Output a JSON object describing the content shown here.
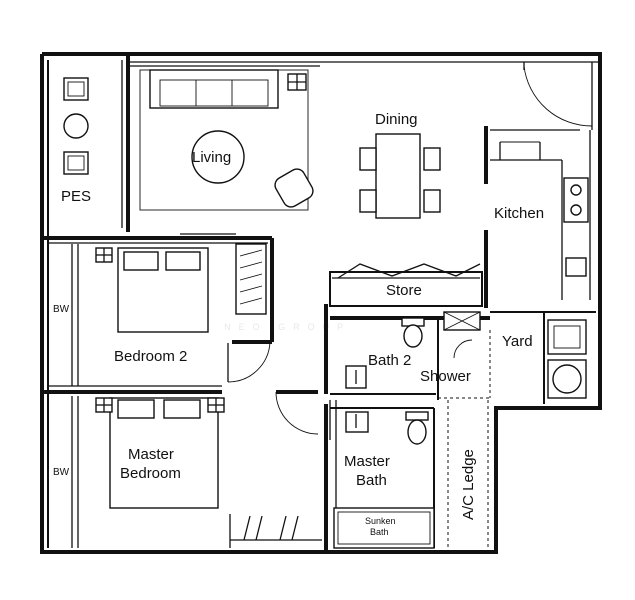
{
  "rooms": {
    "pes": "PES",
    "living": "Living",
    "dining": "Dining",
    "kitchen": "Kitchen",
    "bedroom2": "Bedroom 2",
    "store": "Store",
    "bath2": "Bath 2",
    "shower": "Shower",
    "yard": "Yard",
    "master_bedroom_line1": "Master",
    "master_bedroom_line2": "Bedroom",
    "master_bath_line1": "Master",
    "master_bath_line2": "Bath",
    "sunken_bath_line1": "Sunken",
    "sunken_bath_line2": "Bath",
    "ac_ledge": "A/C Ledge",
    "bw_upper": "BW",
    "bw_lower": "BW"
  },
  "watermark": "PATRICK NEO GROUP"
}
